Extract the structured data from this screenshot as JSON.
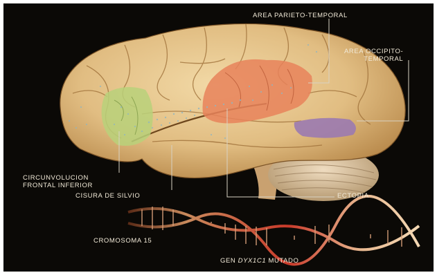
{
  "labels": {
    "area_parieto_temporal": "AREA PARIETO-TEMPORAL",
    "area_occipito_temporal_line1": "AREA OCCIPITO-",
    "area_occipito_temporal_line2": "TEMPORAL",
    "circunvolucion_line1": "CIRCUNVOLUCION",
    "circunvolucion_line2": "FRONTAL INFERIOR",
    "cisura_de_silvio": "CISURA DE SILVIO",
    "ectopia": "ECTOPIA",
    "cromosoma": "CROMOSOMA 15",
    "gen_prefix": "GEN",
    "gen_name": "DYX1C1",
    "gen_suffix": "MUTADO"
  },
  "colors": {
    "background": "#0b0906",
    "brain": "#e4c38a",
    "frontal_region": "#b9d17a",
    "parieto_temporal_region": "#e8825a",
    "occipito_temporal_region": "#9b7ab0",
    "leader_lines": "#d8d2c4",
    "dna_strand": "#e9b58c",
    "dna_highlight": "#c93a2a"
  }
}
